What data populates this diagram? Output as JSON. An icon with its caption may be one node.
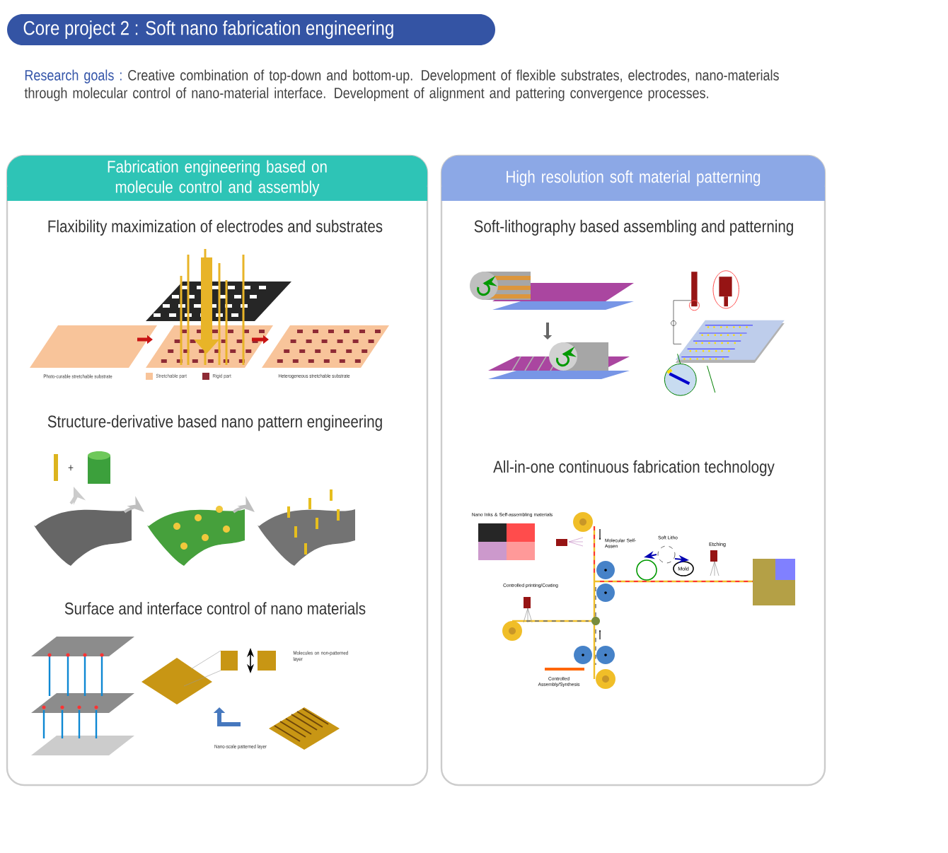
{
  "diagram": {
    "title": "Core project 2 : Soft nano fabrication engineering",
    "nodes": [
      {
        "text": [
          "Fabrication engineering based on molecule control and assembly"
        ]
      },
      {
        "text": [
          "High resolution soft material patterning"
        ]
      }
    ],
    "edges": [],
    "labels": [
      "Research goals :",
      "Creative combination of top-down and bottom-up. Development of flexible substrates, electrodes, nano-materials through molecular control of nano-material interface. Development of alignment and pattering convergence processes.",
      "Flaxibility maximization of electrodes and substrates",
      "Photo-curable stretchable substrate",
      "Heterogeneous stretchable substrate",
      "Structure-derivative based nano pattern engineering",
      "+",
      "Surface and interface control of nano materials",
      "Molecules on non-patterned layer",
      "Nano-scale patterned layer",
      "Soft-lithography based assembling and patterning",
      "All-in-one continuous fabrication technology",
      "Nano Inks & Self-assembling materials",
      "Molecular Self-Assen",
      "Soft Litho",
      "Mold",
      "Etching",
      "Controlled printing/Coating",
      "Controlled Assembly/Synthesis"
    ],
    "legend": [
      {
        "text": "Stretchable part",
        "color": "#f8c49a"
      },
      {
        "text": "Rigid part",
        "color": "#8e2b35"
      }
    ]
  }
}
